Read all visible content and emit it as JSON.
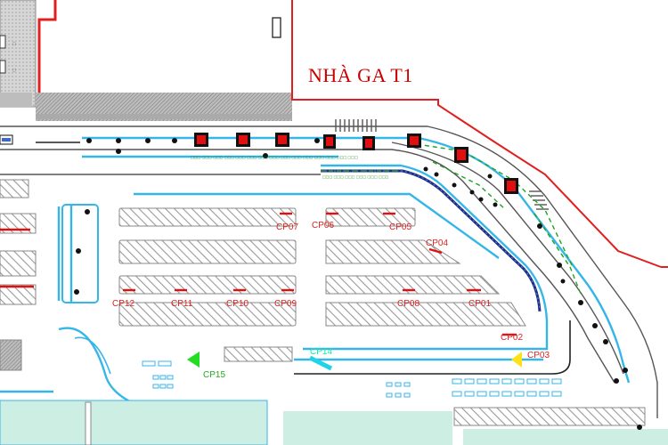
{
  "map": {
    "terminal_label": "NHÀ GA T1",
    "checkpoints": [
      {
        "id": "CP01",
        "label": "CP01",
        "color": "red"
      },
      {
        "id": "CP02",
        "label": "CP02",
        "color": "red"
      },
      {
        "id": "CP03",
        "label": "CP03",
        "color": "red"
      },
      {
        "id": "CP04",
        "label": "CP04",
        "color": "red"
      },
      {
        "id": "CP05",
        "label": "CP05",
        "color": "red"
      },
      {
        "id": "CP06",
        "label": "CP06",
        "color": "red"
      },
      {
        "id": "CP07",
        "label": "CP07",
        "color": "red"
      },
      {
        "id": "CP08",
        "label": "CP08",
        "color": "red"
      },
      {
        "id": "CP09",
        "label": "CP09",
        "color": "red"
      },
      {
        "id": "CP10",
        "label": "CP10",
        "color": "red"
      },
      {
        "id": "CP11",
        "label": "CP11",
        "color": "red"
      },
      {
        "id": "CP12",
        "label": "CP12",
        "color": "red"
      },
      {
        "id": "CP14",
        "label": "CP14",
        "color": "cyan"
      },
      {
        "id": "CP15",
        "label": "CP15",
        "color": "green"
      }
    ],
    "colors": {
      "boundary": "#e02020",
      "road_edge": "#555555",
      "lane_blue": "#35b6e8",
      "hatch": "#9a9a9a",
      "building": "#c8c8c8",
      "marker_red": "#e01010",
      "arrow_green": "#22dd22",
      "arrow_yellow": "#ffe11a",
      "arrow_cyan": "#22d3e8"
    }
  }
}
